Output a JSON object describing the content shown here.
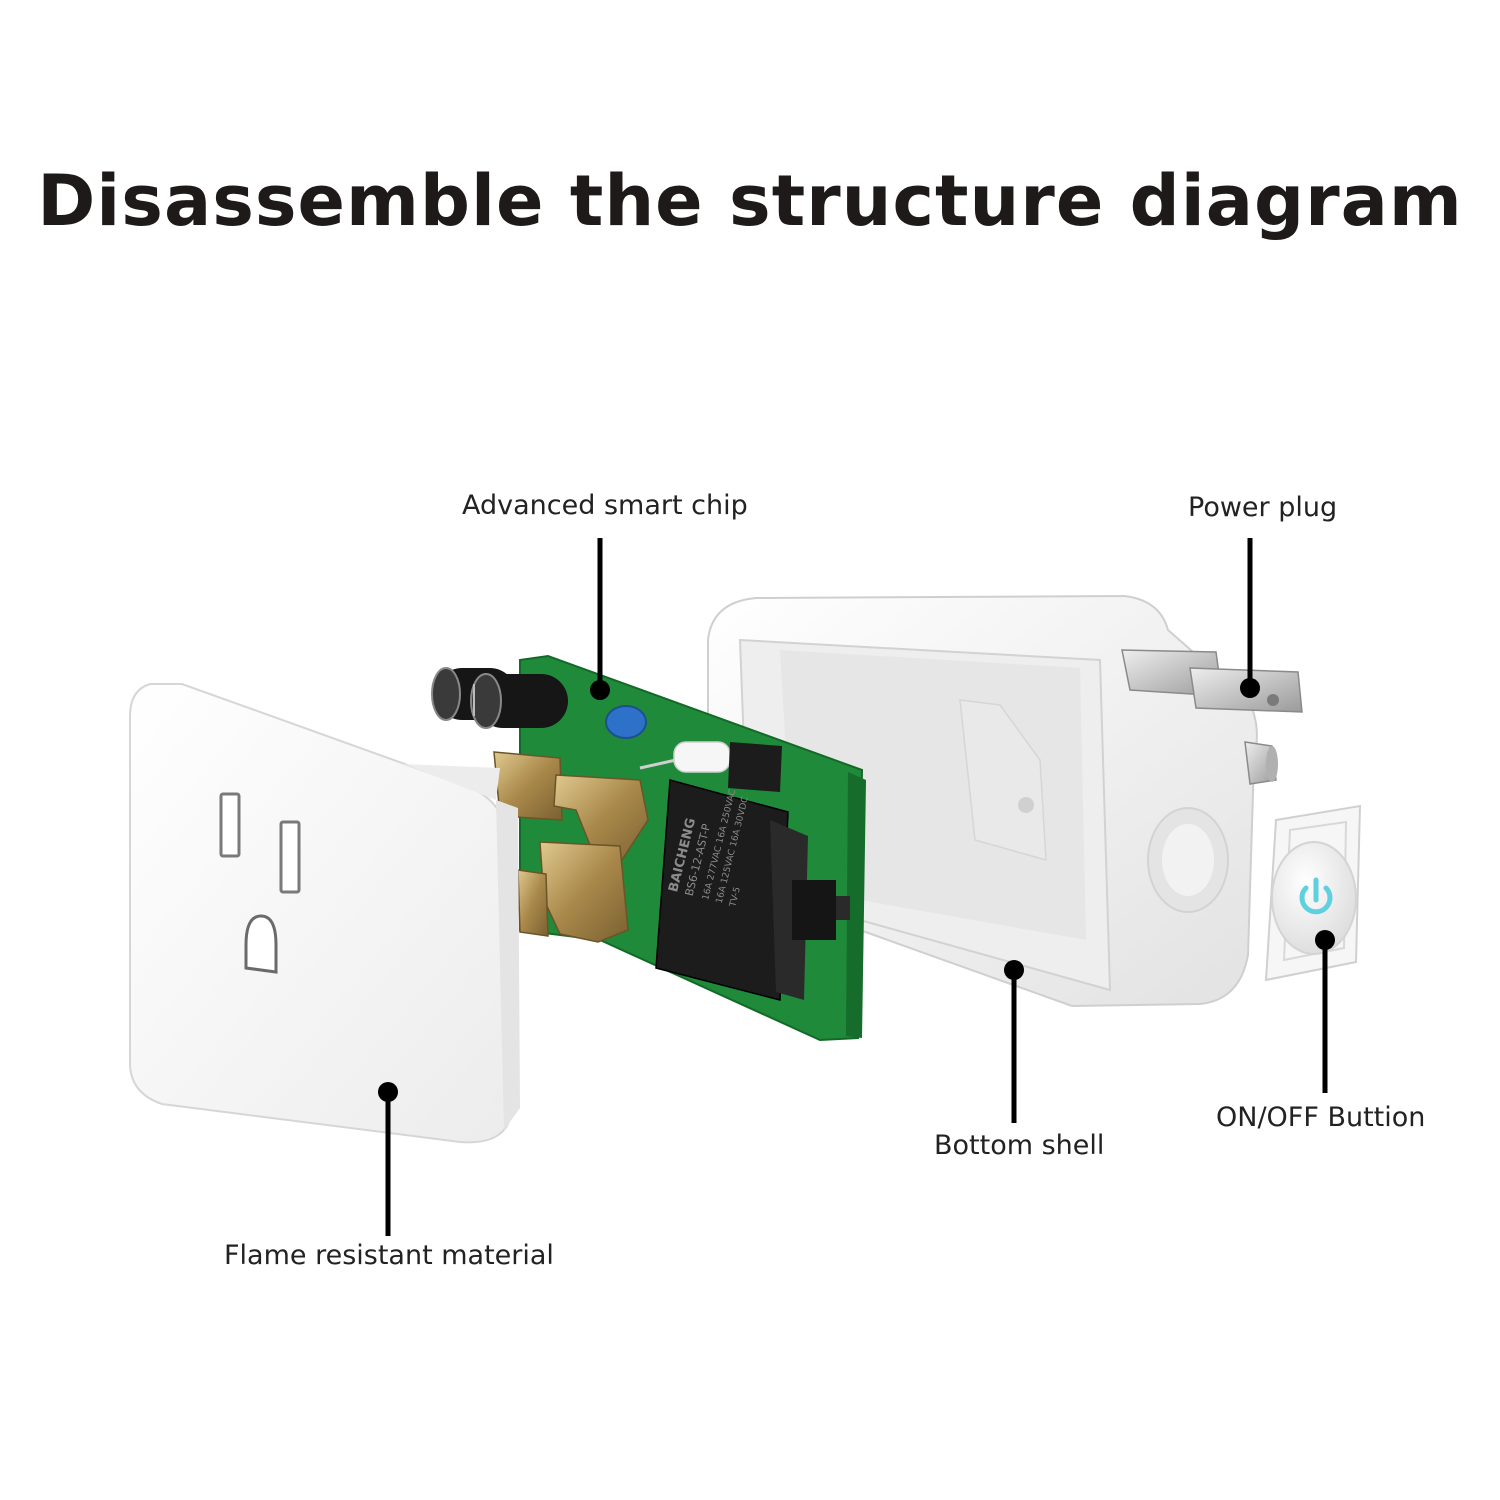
{
  "title": "Disassemble the structure diagram",
  "labels": {
    "chip": "Advanced smart chip",
    "power_plug": "Power plug",
    "bottom_shell": "Bottom shell",
    "button": "ON/OFF Buttion",
    "flame": "Flame resistant material"
  },
  "relay_markings": {
    "brand": "BAICHENG",
    "model": "BS6-12-AST-P",
    "line1": "16A 277VAC 16A 250VAC",
    "line2": "16A 125VAC 16A 30VDC",
    "line3": "TV-5"
  },
  "colors": {
    "pcb": "#1f8a3a",
    "relay": "#1c1c1c",
    "shell": "#f4f4f4",
    "brass": "#b89a5a",
    "pin": "#c9c9c9",
    "power_icon": "#5fd0e0",
    "leader": "#000000"
  }
}
